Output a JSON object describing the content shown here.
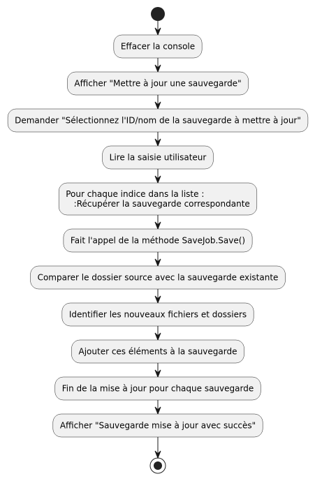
{
  "diagram": {
    "type": "activity",
    "steps": [
      {
        "lines": [
          "Effacer la console"
        ]
      },
      {
        "lines": [
          "Afficher \"Mettre à jour une sauvegarde\""
        ]
      },
      {
        "lines": [
          "Demander \"Sélectionnez l'ID/nom de la sauvegarde à mettre à jour\""
        ]
      },
      {
        "lines": [
          "Lire la saisie utilisateur"
        ]
      },
      {
        "lines": [
          "Pour chaque indice dans la liste :",
          "   :Récupérer la sauvegarde correspondante"
        ]
      },
      {
        "lines": [
          "Fait l'appel de la méthode SaveJob.Save()"
        ]
      },
      {
        "lines": [
          "Comparer le dossier source avec la sauvegarde existante"
        ]
      },
      {
        "lines": [
          "Identifier les nouveaux fichiers et dossiers"
        ]
      },
      {
        "lines": [
          "Ajouter ces éléments à la sauvegarde"
        ]
      },
      {
        "lines": [
          "Fin de la mise à jour pour chaque sauvegarde"
        ]
      },
      {
        "lines": [
          "Afficher \"Sauvegarde mise à jour avec succès\""
        ]
      }
    ],
    "colors": {
      "node_fill": "#f1f1f1",
      "stroke": "#181818",
      "start": "#222222",
      "text": "#000000"
    }
  }
}
